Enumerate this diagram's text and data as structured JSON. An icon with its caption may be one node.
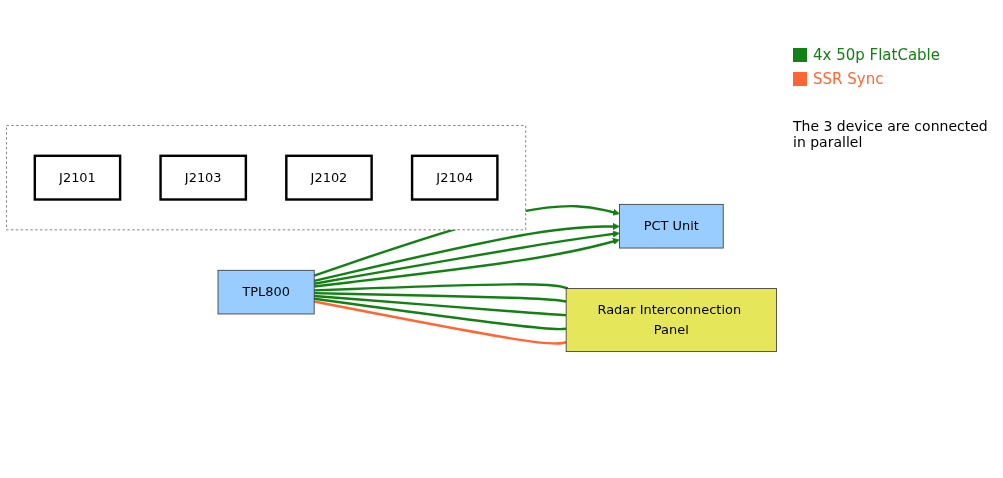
{
  "diagram": {
    "nodes": [
      {
        "text": [
          "Radar Interconnection Panel"
        ]
      },
      {
        "text": [],
        "shape": "box"
      },
      {
        "text": [
          "J2101"
        ],
        "in": 1
      },
      {
        "text": [
          "J2103"
        ],
        "in": 1
      },
      {
        "text": [
          "J2102"
        ],
        "in": 1
      },
      {
        "text": [
          "J2104"
        ],
        "in": 1
      },
      {
        "text": [
          "TPL800"
        ]
      },
      {
        "text": [
          "PCT Unit"
        ]
      }
    ],
    "edges": [
      {
        "from": 6,
        "to": 7,
        "arrow": "to"
      },
      {
        "from": 6,
        "to": 7,
        "arrow": "to"
      },
      {
        "from": 6,
        "to": 7,
        "arrow": "to"
      },
      {
        "from": 6,
        "to": 7,
        "arrow": "to"
      },
      {
        "from": 6,
        "to": 0,
        "arrow": "none"
      },
      {
        "from": 6,
        "to": 0,
        "arrow": "none"
      },
      {
        "from": 6,
        "to": 0,
        "arrow": "none"
      },
      {
        "from": 6,
        "to": 0,
        "arrow": "none"
      },
      {
        "from": 6,
        "to": 0,
        "arrow": "none",
        "color": "#ff6633"
      }
    ],
    "labels": [
      "The 3 device are connected in parallel"
    ],
    "legend": [
      {
        "text": "4x 50p FlatCable",
        "color": "#138013"
      },
      {
        "text": "SSR Sync",
        "color": "#ff6633"
      }
    ]
  }
}
